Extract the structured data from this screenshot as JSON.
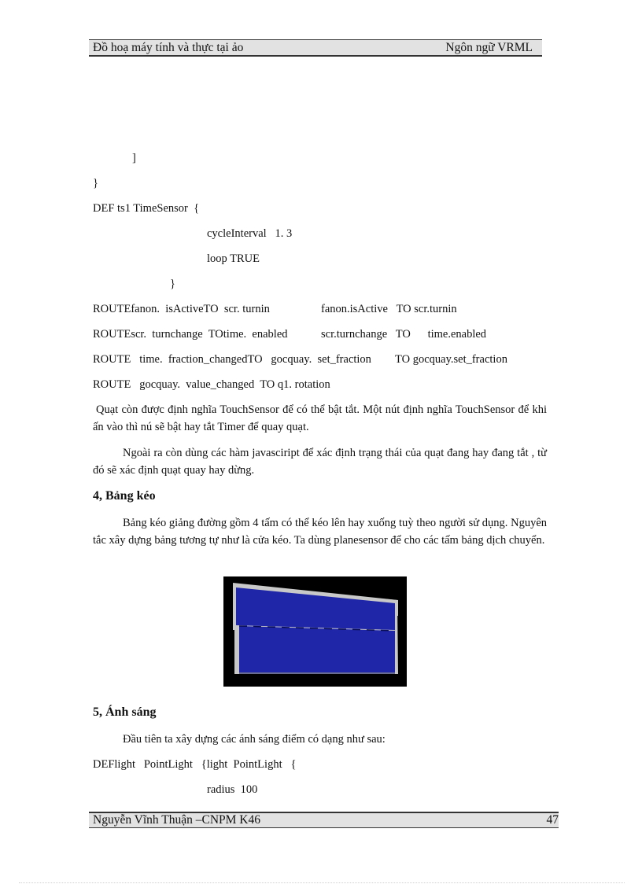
{
  "header": {
    "left": "Đồ hoạ máy tính và thực tại ảo",
    "right": "Ngôn ngữ VRML"
  },
  "code_top": {
    "bracket_close": "]",
    "brace_close": "}",
    "timesensor_def": "DEF ts1 TimeSensor  {",
    "cycle_interval": "cycleInterval   1. 3",
    "loop": "loop TRUE",
    "timesensor_close": "}"
  },
  "routes": [
    {
      "left": "ROUTEfanon.  isActiveTO  scr. turnin",
      "right": "fanon.isActive   TO scr.turnin"
    },
    {
      "left": "ROUTEscr.  turnchange  TOtime.  enabled",
      "right": "scr.turnchange   TO      time.enabled"
    },
    {
      "left": "ROUTE   time.  fraction_changedTO   gocquay.  set_fraction",
      "right": "TO gocquay.set_fraction"
    },
    {
      "left": "ROUTE   gocquay.  value_changed  TO q1. rotation",
      "right": ""
    }
  ],
  "paragraphs": {
    "touchsensor": "Quạt còn được định nghĩa TouchSensor để có thể bật tắt. Một nút định nghĩa TouchSensor để khi ấn vào thì nú sẽ bật hay tắt Timer để quay quạt.",
    "javascript": "Ngoài ra còn dùng các hàm javasciript  để xác định trạng thái của quạt đang hay đang tắt , từ đó sẽ xác định quạt quay hay dừng."
  },
  "section4": {
    "heading": "4, Bảng kéo",
    "body": "Bảng kéo giảng đường gồm 4 tấm có thể kéo lên hay xuống tuỳ theo người sử dụng. Nguyên tắc xây dựng bảng tương tự như là cửa kéo. Ta dùng planesensor để cho các tấm bảng dịch chuyển."
  },
  "figure": {
    "description": "blue sliding board rendering",
    "colors": {
      "background": "#000000",
      "panel": "#1f26a8",
      "frame": "#c8c8c8"
    }
  },
  "section5": {
    "heading": "5, Ánh sáng",
    "body": "Đầu tiên ta xây dựng các ánh sáng điểm có dạng như sau:",
    "code_def": "DEFlight   PointLight   {light  PointLight   {",
    "code_radius": "radius  100"
  },
  "footer": {
    "author": "Nguyễn  Vĩnh  Thuận  –CNPM K46",
    "page_number": "47"
  }
}
